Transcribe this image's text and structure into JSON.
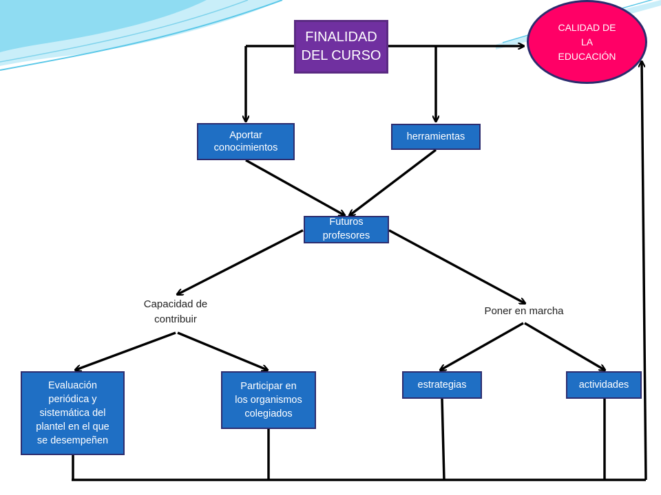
{
  "diagram": {
    "title": "FINALIDAD\nDEL CURSO",
    "goal": "CALIDAD DE\nLA\nEDUCACIÓN",
    "nodes": {
      "aportar": "Aportar\nconocimientos",
      "herramientas": "herramientas",
      "futuros": "Futuros\nprofesores",
      "capacidad": "Capacidad de\ncontribuir",
      "poner": "Poner en marcha",
      "evaluacion": "Evaluación\nperiódica y\nsistemática del\nplantel en el que\nse desempeñen",
      "participar": "Participar en\nlos organismos\ncolegiados",
      "estrategias": "estrategias",
      "actividades": "actividades"
    }
  },
  "colors": {
    "title_box": "#7030a0",
    "node_box": "#1f6fc4",
    "goal_oval": "#ff0066",
    "arrows": "#000000",
    "decor_wave": "#5bc8e8"
  }
}
